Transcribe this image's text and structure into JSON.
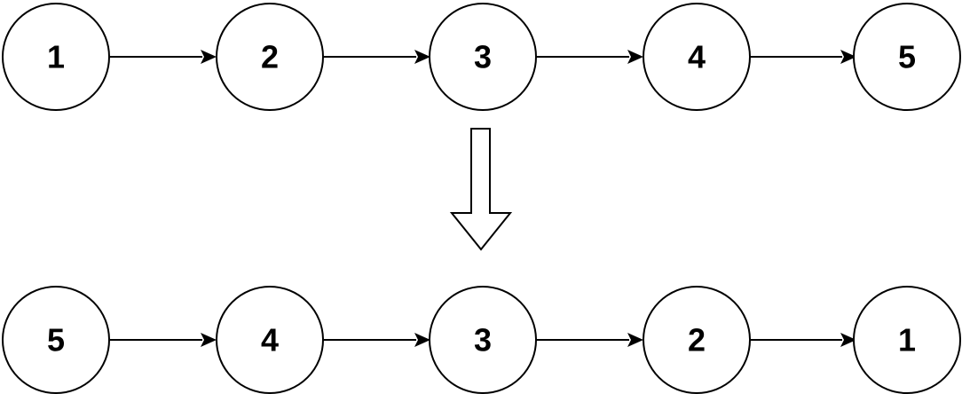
{
  "diagram": {
    "original_list": {
      "nodes": [
        "1",
        "2",
        "3",
        "4",
        "5"
      ]
    },
    "reversed_list": {
      "nodes": [
        "5",
        "4",
        "3",
        "2",
        "1"
      ]
    },
    "colors": {
      "stroke": "#000000",
      "fill": "#ffffff",
      "text": "#000000"
    }
  }
}
